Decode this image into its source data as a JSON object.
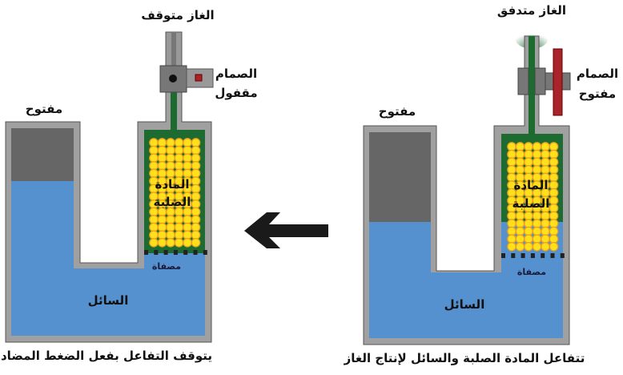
{
  "colors": {
    "liquid": "#5590cf",
    "gas": "#1e6b32",
    "wall": "#a0a0a0",
    "wall_border": "#555555",
    "air": "#666666",
    "bead": "#ffe01a",
    "bead_border": "#e8a020",
    "valve_handle": "#a8242a",
    "arrow": "#1a1a1a"
  },
  "left": {
    "gas_label": "الغاز متوقف",
    "valve_label_1": "الصمام",
    "valve_label_2": "مقفول",
    "open_label": "مفتوح",
    "solid_1": "المادة",
    "solid_2": "الصلبة",
    "filter": "مصفاة",
    "liquid": "السائل",
    "caption": "يتوقف التفاعل بفعل الضغط المضاد"
  },
  "right": {
    "gas_label": "الغاز متدفق",
    "valve_label_1": "الصمام",
    "valve_label_2": "مفتوح",
    "open_label": "مفتوح",
    "solid_1": "المادة",
    "solid_2": "الصلبة",
    "filter": "مصفاة",
    "liquid": "السائل",
    "caption": "تتفاعل المادة الصلبة والسائل لإنتاج الغاز"
  }
}
